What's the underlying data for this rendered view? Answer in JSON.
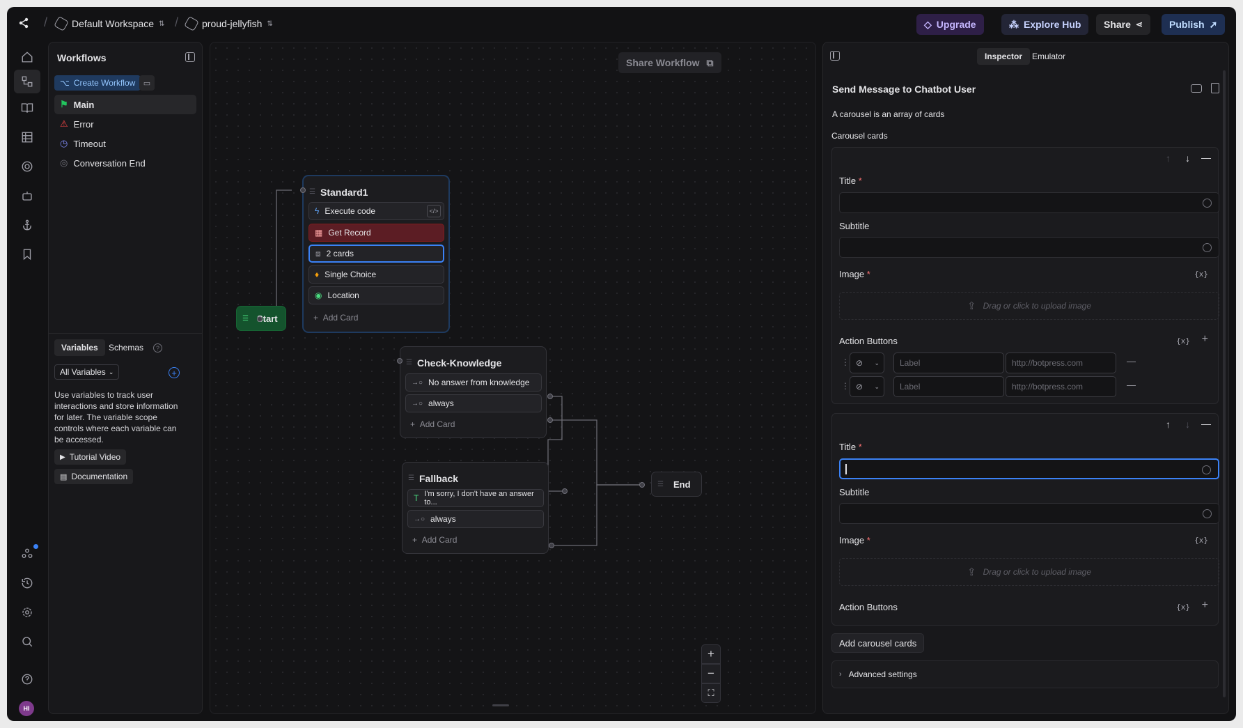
{
  "topbar": {
    "workspace": "Default Workspace",
    "bot": "proud-jellyfish",
    "upgrade": "Upgrade",
    "explore_hub": "Explore Hub",
    "share": "Share",
    "publish": "Publish"
  },
  "sidebar": {
    "title": "Workflows",
    "create_workflow": "Create Workflow",
    "items": [
      {
        "label": "Main",
        "icon": "flag-icon",
        "color": "#22c55e"
      },
      {
        "label": "Error",
        "icon": "warning-icon",
        "color": "#ef4444"
      },
      {
        "label": "Timeout",
        "icon": "clock-icon",
        "color": "#818cf8"
      },
      {
        "label": "Conversation End",
        "icon": "circle-dot-icon",
        "color": "#71717a"
      }
    ],
    "tabs": [
      "Variables",
      "Schemas"
    ],
    "filter": "All Variables",
    "description": "Use variables to track user interactions and store information for later. The variable scope controls where each variable can be accessed.",
    "tutorial_video": "Tutorial Video",
    "documentation": "Documentation"
  },
  "canvas": {
    "share_workflow": "Share Workflow",
    "start": "Start",
    "end": "End",
    "standard": {
      "title": "Standard1",
      "cards": [
        "Execute code",
        "Get Record",
        "2 cards",
        "Single Choice",
        "Location"
      ],
      "add_card": "Add Card"
    },
    "check_knowledge": {
      "title": "Check-Knowledge",
      "cards": [
        "No answer from knowledge",
        "always"
      ],
      "add_card": "Add Card"
    },
    "fallback": {
      "title": "Fallback",
      "cards": [
        "I'm sorry, I don't have an answer to...",
        "always"
      ],
      "add_card": "Add Card"
    }
  },
  "inspector": {
    "tabs": [
      "Inspector",
      "Emulator"
    ],
    "title": "Send Message to Chatbot User",
    "description": "A carousel is an array of cards",
    "carousel_label": "Carousel cards",
    "title_label": "Title",
    "required_mark": "*",
    "subtitle_label": "Subtitle",
    "image_label": "Image",
    "upload_hint": "Drag or click to upload image",
    "action_buttons_label": "Action Buttons",
    "label_placeholder": "Label",
    "url_placeholder": "http://botpress.com",
    "fx": "{x}",
    "add_carousel": "Add carousel cards",
    "advanced": "Advanced settings"
  },
  "user_initials": "HI"
}
